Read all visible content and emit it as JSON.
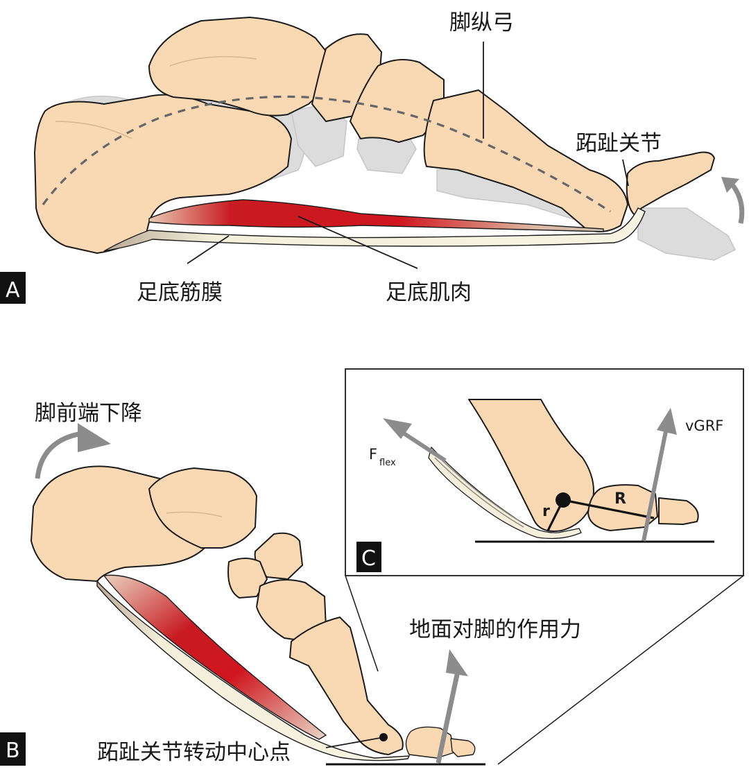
{
  "panel_a": {
    "letter": "A",
    "label_longitudinal_arch": "脚纵弓",
    "label_mtp_joint": "跖趾关节",
    "label_plantar_fascia": "足底筋膜",
    "label_plantar_muscle": "足底肌肉"
  },
  "panel_b": {
    "letter": "B",
    "label_forefoot_descent": "脚前端下降",
    "label_ground_reaction": "地面对脚的作用力",
    "label_rotation_center": "跖趾关节转动中心点"
  },
  "panel_c": {
    "letter": "C",
    "label_vgrf": "vGRF",
    "label_fflex_main": "F",
    "label_fflex_sub": "flex",
    "label_r_small": "r",
    "label_r_large": "R"
  },
  "colors": {
    "bone": "#f9d9b3",
    "bone_outline": "#1b1b1b",
    "ghost_bone": "#dcdcdc",
    "muscle_red": "#d0161e",
    "fascia": "#f5f1dc",
    "arrow_gray": "#8c8c8c",
    "dashed_arch": "#666666"
  }
}
